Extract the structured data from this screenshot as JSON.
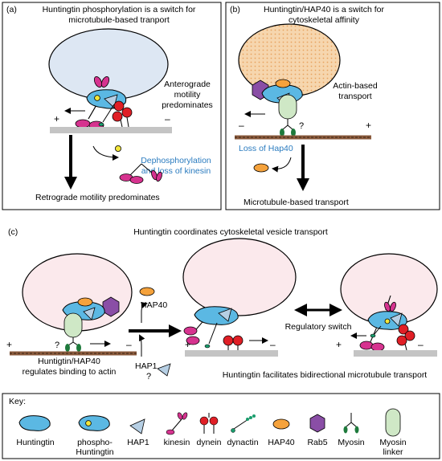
{
  "panel_a": {
    "letter": "(a)",
    "title_line1": "Huntingtin phosphorylation is a switch for",
    "title_line2": "microtubule-based tranport",
    "anterograde_line1": "Anterograde",
    "anterograde_line2": "motility",
    "anterograde_line3": "predominates",
    "plus": "+",
    "minus": "–",
    "dephos_line1": "Dephosphorylation",
    "dephos_line2": "and loss of kinesin",
    "result": "Retrograde motility predominates"
  },
  "panel_b": {
    "letter": "(b)",
    "title_line1": "Huntingtin/HAP40 is a switch for",
    "title_line2": "cytoskeletal affinity",
    "actin_line1": "Actin-based",
    "actin_line2": "transport",
    "minus": "–",
    "plus": "+",
    "question": "?",
    "loss": "Loss of Hap40",
    "result": "Microtubule-based transport"
  },
  "panel_c": {
    "letter": "(c)",
    "title": "Huntingtin coordinates cytoskeletal vesicle transport",
    "hap40": "HAP40",
    "hap1": "HAP1",
    "q": "?",
    "plus": "+",
    "minus": "–",
    "left_caption_line1": "Huntigtin/HAP40",
    "left_caption_line2": "regulates binding to actin",
    "switch": "Regulatory switch",
    "right_caption": "Huntingtin facilitates bidirectional microtubule transport"
  },
  "key": {
    "title": "Key:",
    "items": [
      "Huntingtin",
      "phospho-",
      "Huntingtin",
      "HAP1",
      "kinesin",
      "dynein",
      "dynactin",
      "HAP40",
      "Rab5",
      "Myosin",
      "Myosin",
      "linker"
    ]
  },
  "colors": {
    "huntingtin": "#5bb8e3",
    "hap1": "#b6cfe4",
    "kinesin": "#d6338f",
    "dynein": "#e01f26",
    "dynactin": "#1b9e6e",
    "hap40": "#f5a23c",
    "rab5": "#8a4ea6",
    "myosin": "#1e7a3c",
    "myosin_linker": "#cfe8c6",
    "vesicle_a": "#dde7f3",
    "vesicle_b": "#f6d6ae",
    "vesicle_c": "#fbe9ec",
    "microtubule": "#c4c4c4",
    "actin": "#8a5a3c",
    "blue_text": "#2a7bbf",
    "phospho": "#f2e53a"
  }
}
